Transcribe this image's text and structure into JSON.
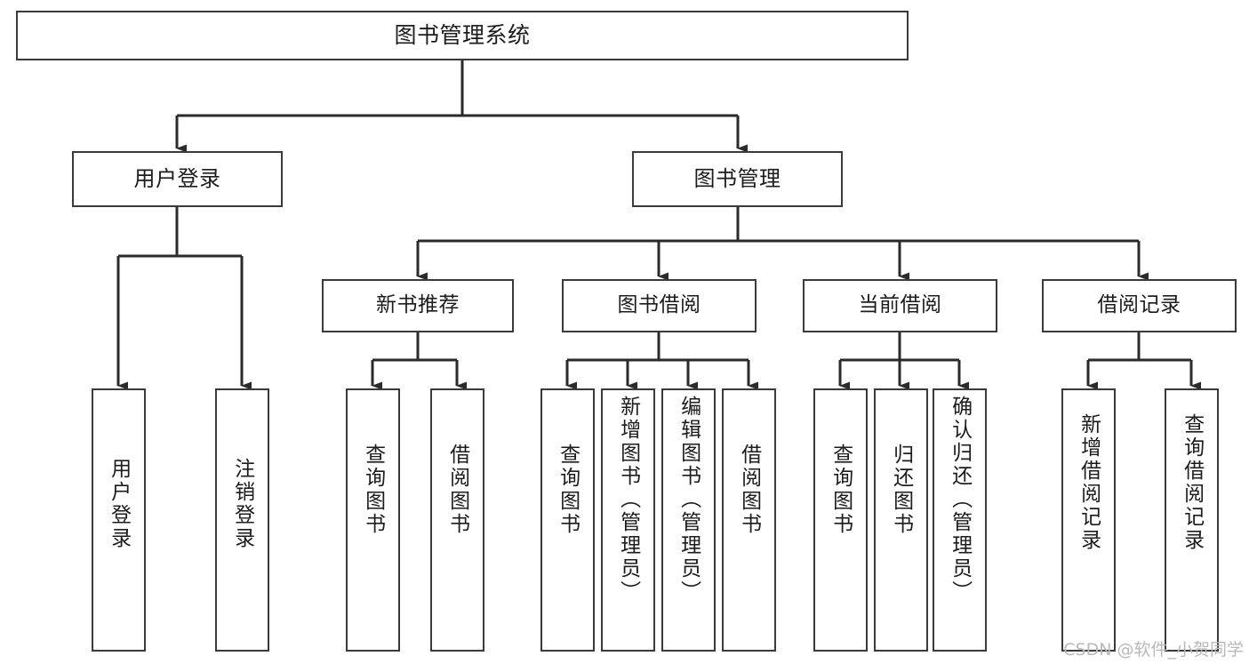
{
  "diagram": {
    "title": "图书管理系统",
    "type": "tree-hierarchy-chart",
    "colors": {
      "box_border": "#3a3a3a",
      "box_fill": "#ffffff",
      "connector": "#2b2b2b",
      "text": "#1c1c1c",
      "watermark": "#b9b9b9"
    },
    "watermark": "CSDN @软件_小贺同学",
    "nodes": {
      "root": {
        "label": "图书管理系统"
      },
      "level2": [
        {
          "id": "user-login",
          "label": "用户登录"
        },
        {
          "id": "book-management",
          "label": "图书管理"
        }
      ],
      "level3": [
        {
          "id": "new-book-recommend",
          "label": "新书推荐",
          "parent": "book-management"
        },
        {
          "id": "book-borrow",
          "label": "图书借阅",
          "parent": "book-management"
        },
        {
          "id": "current-borrow",
          "label": "当前借阅",
          "parent": "book-management"
        },
        {
          "id": "borrow-record",
          "label": "借阅记录",
          "parent": "book-management"
        }
      ],
      "leaves": [
        {
          "id": "leaf-user-login",
          "label": "用户登录",
          "parent": "user-login"
        },
        {
          "id": "leaf-logout-login",
          "label": "注销登录",
          "parent": "user-login"
        },
        {
          "id": "leaf-query-book-1",
          "label": "查询图书",
          "parent": "new-book-recommend"
        },
        {
          "id": "leaf-borrow-book-1",
          "label": "借阅图书",
          "parent": "new-book-recommend"
        },
        {
          "id": "leaf-query-book-2",
          "label": "查询图书",
          "parent": "book-borrow"
        },
        {
          "id": "leaf-add-book",
          "label": "新增图书（管理员）",
          "parent": "book-borrow"
        },
        {
          "id": "leaf-edit-book",
          "label": "编辑图书（管理员）",
          "parent": "book-borrow"
        },
        {
          "id": "leaf-borrow-book-2",
          "label": "借阅图书",
          "parent": "book-borrow"
        },
        {
          "id": "leaf-query-book-3",
          "label": "查询图书",
          "parent": "current-borrow"
        },
        {
          "id": "leaf-return-book",
          "label": "归还图书",
          "parent": "current-borrow"
        },
        {
          "id": "leaf-confirm-return",
          "label": "确认归还（管理员）",
          "parent": "current-borrow"
        },
        {
          "id": "leaf-add-record",
          "label": "新增借阅记录",
          "parent": "borrow-record"
        },
        {
          "id": "leaf-query-record",
          "label": "查询借阅记录",
          "parent": "borrow-record"
        }
      ]
    }
  }
}
